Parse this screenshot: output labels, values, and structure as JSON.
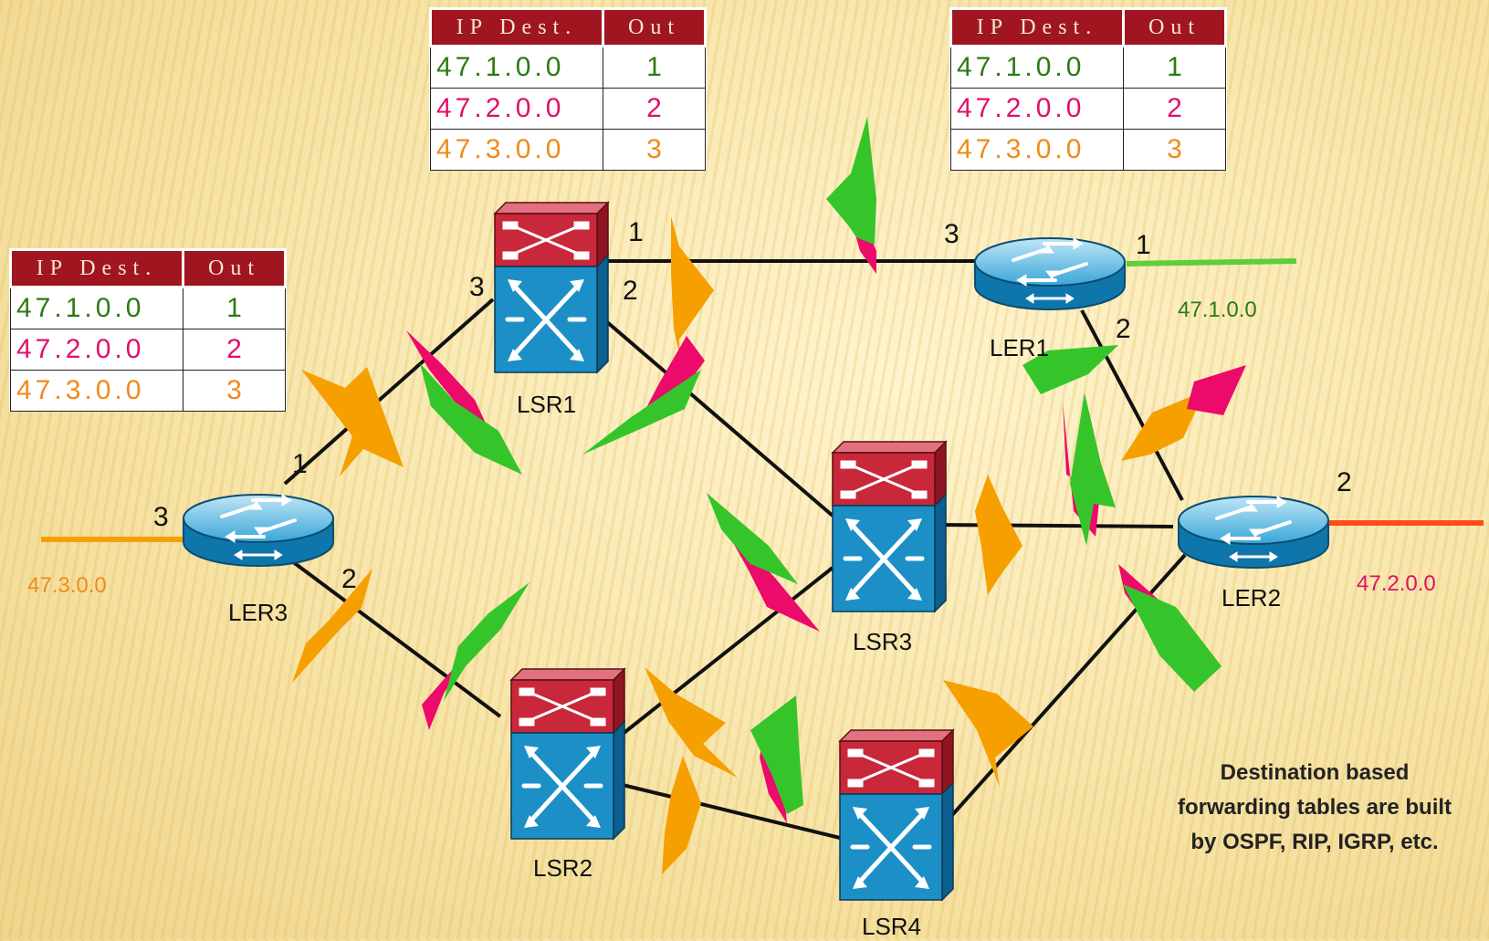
{
  "tables": [
    {
      "id": "ler3-table",
      "headers": [
        "IP Dest.",
        "Out"
      ],
      "rows": [
        {
          "dest": "47.1.0.0",
          "out": "1",
          "color": "#2c7a12"
        },
        {
          "dest": "47.2.0.0",
          "out": "2",
          "color": "#e0106a"
        },
        {
          "dest": "47.3.0.0",
          "out": "3",
          "color": "#f08a1a"
        }
      ]
    },
    {
      "id": "lsr1-table",
      "headers": [
        "IP Dest.",
        "Out"
      ],
      "rows": [
        {
          "dest": "47.1.0.0",
          "out": "1",
          "color": "#2c7a12"
        },
        {
          "dest": "47.2.0.0",
          "out": "2",
          "color": "#e0106a"
        },
        {
          "dest": "47.3.0.0",
          "out": "3",
          "color": "#f08a1a"
        }
      ]
    },
    {
      "id": "ler1-table",
      "headers": [
        "IP Dest.",
        "Out"
      ],
      "rows": [
        {
          "dest": "47.1.0.0",
          "out": "1",
          "color": "#2c7a12"
        },
        {
          "dest": "47.2.0.0",
          "out": "2",
          "color": "#e0106a"
        },
        {
          "dest": "47.3.0.0",
          "out": "3",
          "color": "#f08a1a"
        }
      ]
    }
  ],
  "nodes": {
    "ler1": {
      "label": "LER1",
      "type": "router"
    },
    "ler2": {
      "label": "LER2",
      "type": "router"
    },
    "ler3": {
      "label": "LER3",
      "type": "router"
    },
    "lsr1": {
      "label": "LSR1",
      "type": "switch"
    },
    "lsr2": {
      "label": "LSR2",
      "type": "switch"
    },
    "lsr3": {
      "label": "LSR3",
      "type": "switch"
    },
    "lsr4": {
      "label": "LSR4",
      "type": "switch"
    }
  },
  "ports": {
    "ler3_in": "3",
    "ler3_up": "1",
    "ler3_down": "2",
    "lsr1_left": "3",
    "lsr1_top": "1",
    "lsr1_right": "2",
    "ler1_left": "3",
    "ler1_right": "1",
    "ler1_down": "2",
    "ler2_right": "2"
  },
  "networks": {
    "net1": {
      "label": "47.1.0.0",
      "color": "#2c7a12"
    },
    "net2": {
      "label": "47.2.0.0",
      "color": "#e0106a"
    },
    "net3": {
      "label": "47.3.0.0",
      "color": "#f08a1a"
    }
  },
  "note": {
    "line1": "Destination based",
    "line2": "forwarding tables are built",
    "line3": "by OSPF, RIP, IGRP, etc."
  },
  "colors": {
    "update_orange": "#f5a000",
    "update_green": "#35c52a",
    "update_pink": "#ec0a6a",
    "router_blue": "#1c8fc7",
    "switch_red": "#c8283a",
    "link_black": "#111111"
  }
}
